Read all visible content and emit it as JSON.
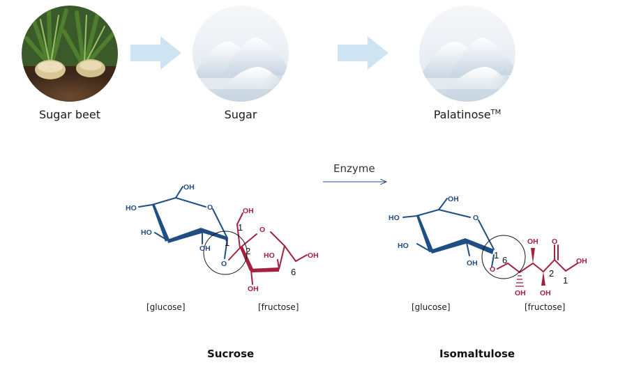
{
  "flow": {
    "step1_label": "Sugar beet",
    "step2_label": "Sugar",
    "step3_label": "Palatinose",
    "step3_trademark": "TM"
  },
  "reaction": {
    "enzyme_label": "Enzyme"
  },
  "sucrose": {
    "name": "Sucrose",
    "glucose_label": "[glucose]",
    "fructose_label": "[fructose]",
    "atoms": {
      "oh": "OH",
      "ho": "HO",
      "o": "O"
    },
    "numbers": {
      "n1": "1",
      "n2": "2",
      "n6": "6"
    }
  },
  "isomaltulose": {
    "name": "Isomaltulose",
    "glucose_label": "[glucose]",
    "fructose_label": "[fructose]",
    "atoms": {
      "oh": "OH",
      "ho": "HO",
      "o": "O"
    },
    "numbers": {
      "n1": "1",
      "n6": "6",
      "n2": "2",
      "n1b": "1"
    }
  },
  "colors": {
    "glucose": "#1f4e82",
    "fructose": "#a3213f",
    "arrow": "#cfe4f3"
  }
}
